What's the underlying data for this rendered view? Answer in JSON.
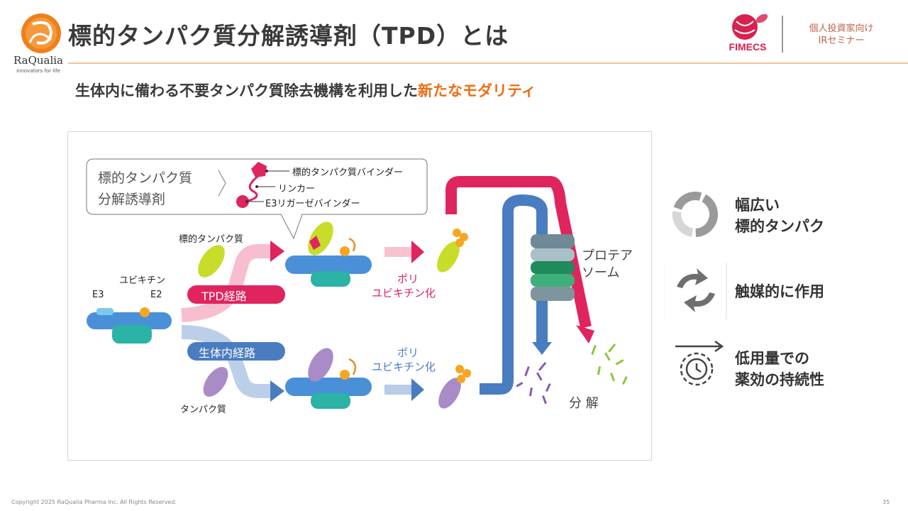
{
  "header": {
    "title": "標的タンパク質分解誘導剤（TPD）とは",
    "logo_name": "RaQualia",
    "logo_tagline": "innovators for life",
    "partner_logo": "FIMECS",
    "seminar_line1": "個人投資家向け",
    "seminar_line2": "IRセミナー"
  },
  "subtitle": {
    "prefix": "生体内に備わる不要タンパク質除去機構を利用した",
    "highlight": "新たなモダリティ"
  },
  "diagram": {
    "legend_title_1": "標的タンパク質",
    "legend_title_2": "分解誘導剤",
    "legend_items": [
      "標的タンパク質バインダー",
      "リンカー",
      "E3リガーゼバインダー"
    ],
    "target_protein": "標的タンパク質",
    "ubiquitin": "ユビキチン",
    "e3": "E3",
    "e2": "E2",
    "tpd_route": "TPD経路",
    "native_route": "生体内経路",
    "protein": "タンパク質",
    "poly_1": "ポリ",
    "poly_2": "ユビキチン化",
    "proteasome_1": "プロテア",
    "proteasome_2": "ソーム",
    "degradation": "分 解"
  },
  "benefits": [
    {
      "line1": "幅広い",
      "line2": "標的タンパク",
      "icon": "donut-icon"
    },
    {
      "line1": "触媒的に作用",
      "line2": "",
      "icon": "recycle-arrows-icon"
    },
    {
      "line1": "低用量での",
      "line2": "薬効の持続性",
      "icon": "clock-arrow-icon"
    }
  ],
  "footer": {
    "copyright": "Copyright 2025 RaQualia Pharma Inc. All Rights Reserved.",
    "page": "35"
  },
  "colors": {
    "accent_orange": "#ef6c12",
    "tpd_pink": "#e0245e",
    "native_blue": "#4a7cc0"
  }
}
